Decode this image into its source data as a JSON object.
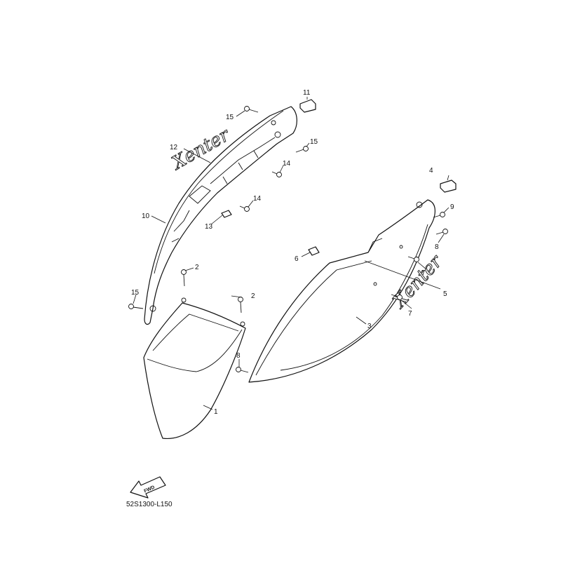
{
  "callouts": {
    "c1": "1",
    "c2a": "2",
    "c2b": "2",
    "c3": "3",
    "c4": "4",
    "c5": "5",
    "c6": "6",
    "c7a": "7",
    "c7b": "7",
    "c8a": "8",
    "c8b": "8",
    "c9": "9",
    "c10": "10",
    "c11": "11",
    "c12": "12",
    "c13": "13",
    "c14a": "14",
    "c14b": "14",
    "c15a": "15",
    "c15b": "15",
    "c15c": "15"
  },
  "logos": {
    "upper": "Xenter",
    "lower": "Xenter"
  },
  "fwd_label": "FWD",
  "diagram_code": "52S1300-L150",
  "colors": {
    "line": "#111111",
    "background": "#ffffff"
  }
}
